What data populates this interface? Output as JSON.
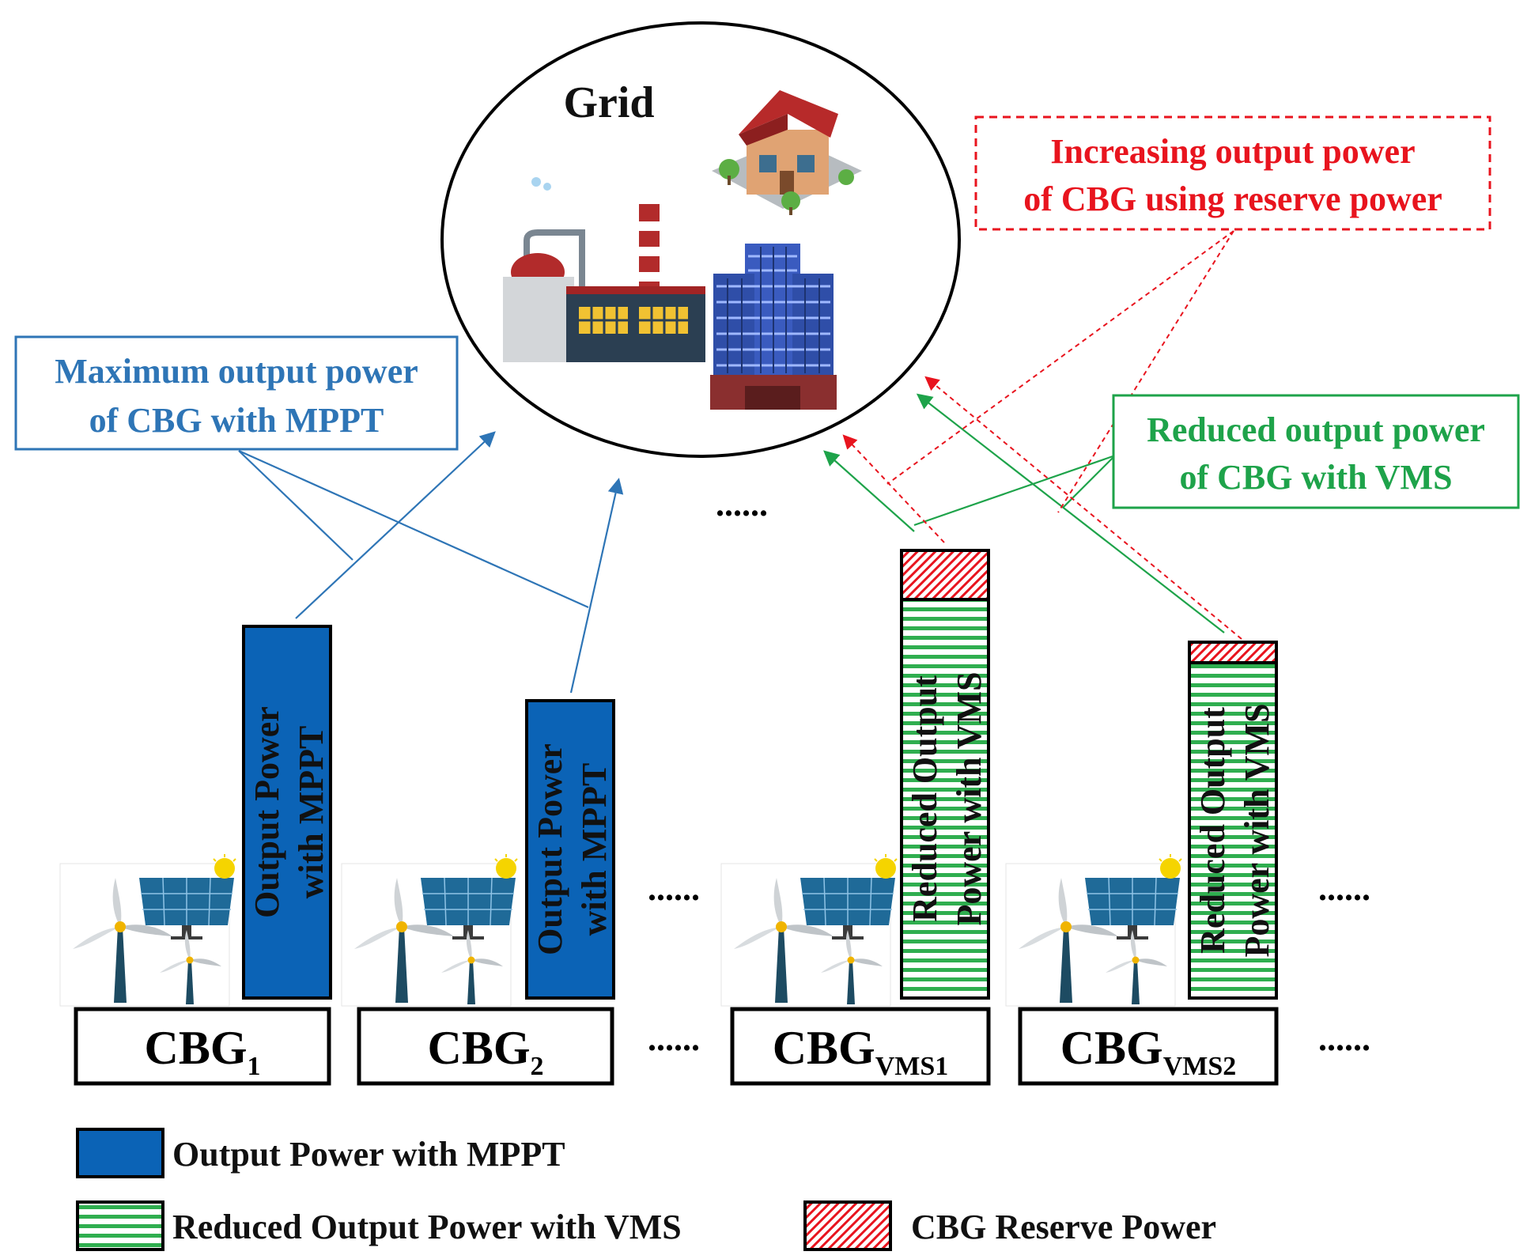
{
  "grid_label": "Grid",
  "callouts": {
    "mppt": {
      "line1": "Maximum output power",
      "line2": "of CBG with MPPT",
      "color": "#2e75b6"
    },
    "reserve": {
      "line1": "Increasing output power",
      "line2": "of CBG using reserve power",
      "color": "#e8141e"
    },
    "vms": {
      "line1": "Reduced output power",
      "line2": "of CBG with VMS",
      "color": "#1ea34a"
    }
  },
  "bars": {
    "mppt_line1": "Output Power",
    "mppt_line2": "with MPPT",
    "vms_line1": "Reduced Output",
    "vms_line2": "Power with VMS"
  },
  "cbgs": [
    {
      "base": "CBG",
      "sub": "1"
    },
    {
      "base": "CBG",
      "sub": "2"
    },
    {
      "base": "CBG",
      "sub": "VMS1"
    },
    {
      "base": "CBG",
      "sub": "VMS2"
    }
  ],
  "ellipsis": "......",
  "legend": {
    "mppt": "Output Power with MPPT",
    "vms": "Reduced Output Power with VMS",
    "reserve": "CBG Reserve Power"
  },
  "colors": {
    "mppt_fill": "#0b63b6",
    "vms_stripe": "#2fae4f",
    "reserve_hatch": "#e8141e",
    "mppt_line": "#2e75b6",
    "vms_line": "#1ea34a",
    "reserve_line": "#e8141e"
  }
}
